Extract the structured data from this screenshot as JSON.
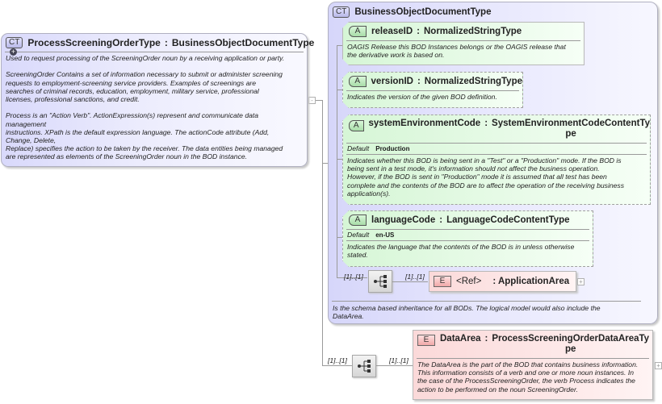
{
  "main_type": {
    "badge": "CT",
    "name": "ProcessScreeningOrderType",
    "separator": ":",
    "base": "BusinessObjectDocumentType",
    "documentation": "Used to request processing of the ScreeningOrder noun by a receiving application or party.\n\nScreeningOrder  Contains a set of information necessary to submit or administer screening\nrequests to employment-screening service providers. Examples of screenings are\nsearches of criminal records, education, employment, military service, professional\nlicenses, professional sanctions, and credit.\n\nProcess is an \"Action Verb\". ActionExpression(s) represent and communicate data\nmanagement\ninstructions. XPath is the default expression language. The actionCode attribute (Add,\nChange, Delete,\nReplace) specifies the action to be taken by the receiver. The data entities being managed\nare represented as elements of the ScreeningOrder noun in the BOD instance.",
    "collapse_icon": "-"
  },
  "base_type": {
    "badge": "CT",
    "name": "BusinessObjectDocumentType",
    "documentation": "Is the schema based inheritance for all BODs. The logical model would also include the\nDataArea.",
    "attributes": [
      {
        "badge": "A",
        "name": "releaseID",
        "separator": ":",
        "type": "NormalizedStringType",
        "documentation": "OAGIS Release this BOD Instances belongs or the OAGIS release that\nthe derivative work is based on."
      },
      {
        "badge": "A",
        "name": "versionID",
        "separator": ":",
        "type": "NormalizedStringType",
        "documentation": "Indicates the version of the given BOD definition."
      },
      {
        "badge": "A",
        "name": "systemEnvironmentCode",
        "separator": ":",
        "type": "SystemEnvironmentCodeContentTy\npe",
        "default_label": "Default",
        "default_value": "Production",
        "documentation": "Indicates whether this BOD is being sent in a \"Test\" or a \"Production\" mode. If the BOD is\nbeing sent in a test mode, it's information should not affect the business operation.\nHowever, if the BOD is sent in \"Production\" mode it is assumed that all test has been\ncomplete and the contents of the BOD are to affect the operation of the receiving business\napplication(s)."
      },
      {
        "badge": "A",
        "name": "languageCode",
        "separator": ":",
        "type": "LanguageCodeContentType",
        "default_label": "Default",
        "default_value": "en-US",
        "documentation": "Indicates the language that the contents of the BOD is in unless otherwise\nstated."
      }
    ],
    "sequence": {
      "cardinality_in": "[1]..[1]",
      "cardinality_out": "[1]..[1]",
      "element": {
        "badge": "E",
        "ref_label": "<Ref>",
        "separator": ":",
        "name": "ApplicationArea",
        "expand_icon": "+"
      }
    }
  },
  "data_area": {
    "cardinality_in": "[1]..[1]",
    "cardinality_out": "[1]..[1]",
    "badge": "E",
    "name": "DataArea",
    "separator": ":",
    "type": "ProcessScreeningOrderDataAreaTy\npe",
    "documentation": "The DataArea is the part of the BOD that contains business information.\nThis information consists of a verb and one or more noun instances. In\nthe case of the ProcessScreeningOrder, the verb Process indicates the\naction to be performed on the noun ScreeningOrder.",
    "expand_icon": "+"
  }
}
